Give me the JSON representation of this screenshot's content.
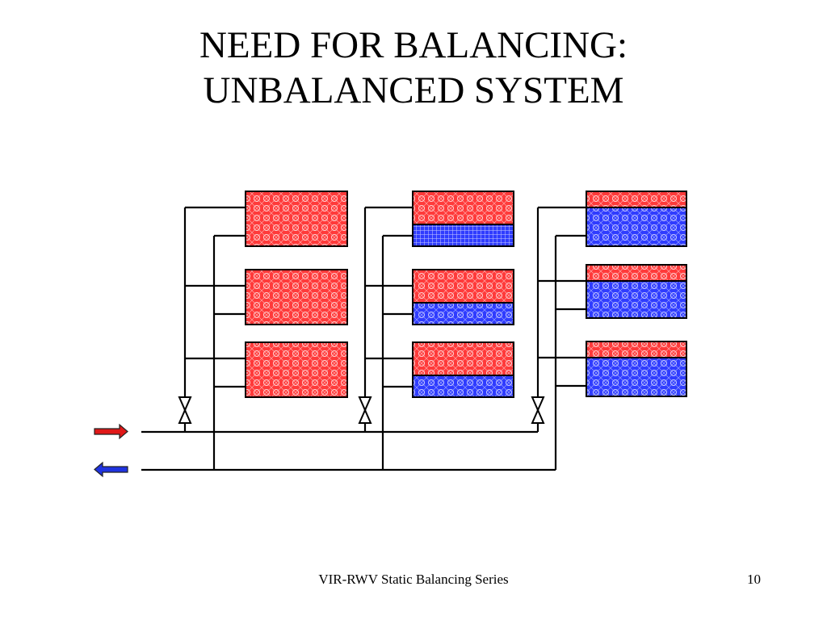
{
  "title": {
    "line1": "NEED FOR BALANCING:",
    "line2": "UNBALANCED SYSTEM"
  },
  "colors": {
    "hot": "#ff3a3a",
    "cold": "#2f3cff",
    "pipe": "#000000",
    "supply_arrow": "#e01818",
    "return_arrow": "#1f33e0"
  },
  "legend": {
    "supply_arrow_icon": "arrow-right-red",
    "return_arrow_icon": "arrow-left-blue"
  },
  "risers": [
    {
      "radiators": [
        {
          "hot_fraction": 1.0
        },
        {
          "hot_fraction": 1.0
        },
        {
          "hot_fraction": 1.0
        }
      ]
    },
    {
      "radiators": [
        {
          "hot_fraction": 0.6
        },
        {
          "hot_fraction": 0.6
        },
        {
          "hot_fraction": 0.6
        }
      ]
    },
    {
      "radiators": [
        {
          "hot_fraction": 0.3
        },
        {
          "hot_fraction": 0.3
        },
        {
          "hot_fraction": 0.3
        }
      ]
    }
  ],
  "footer": {
    "text": "VIR-RWV Static Balancing Series",
    "page_number": "10"
  }
}
